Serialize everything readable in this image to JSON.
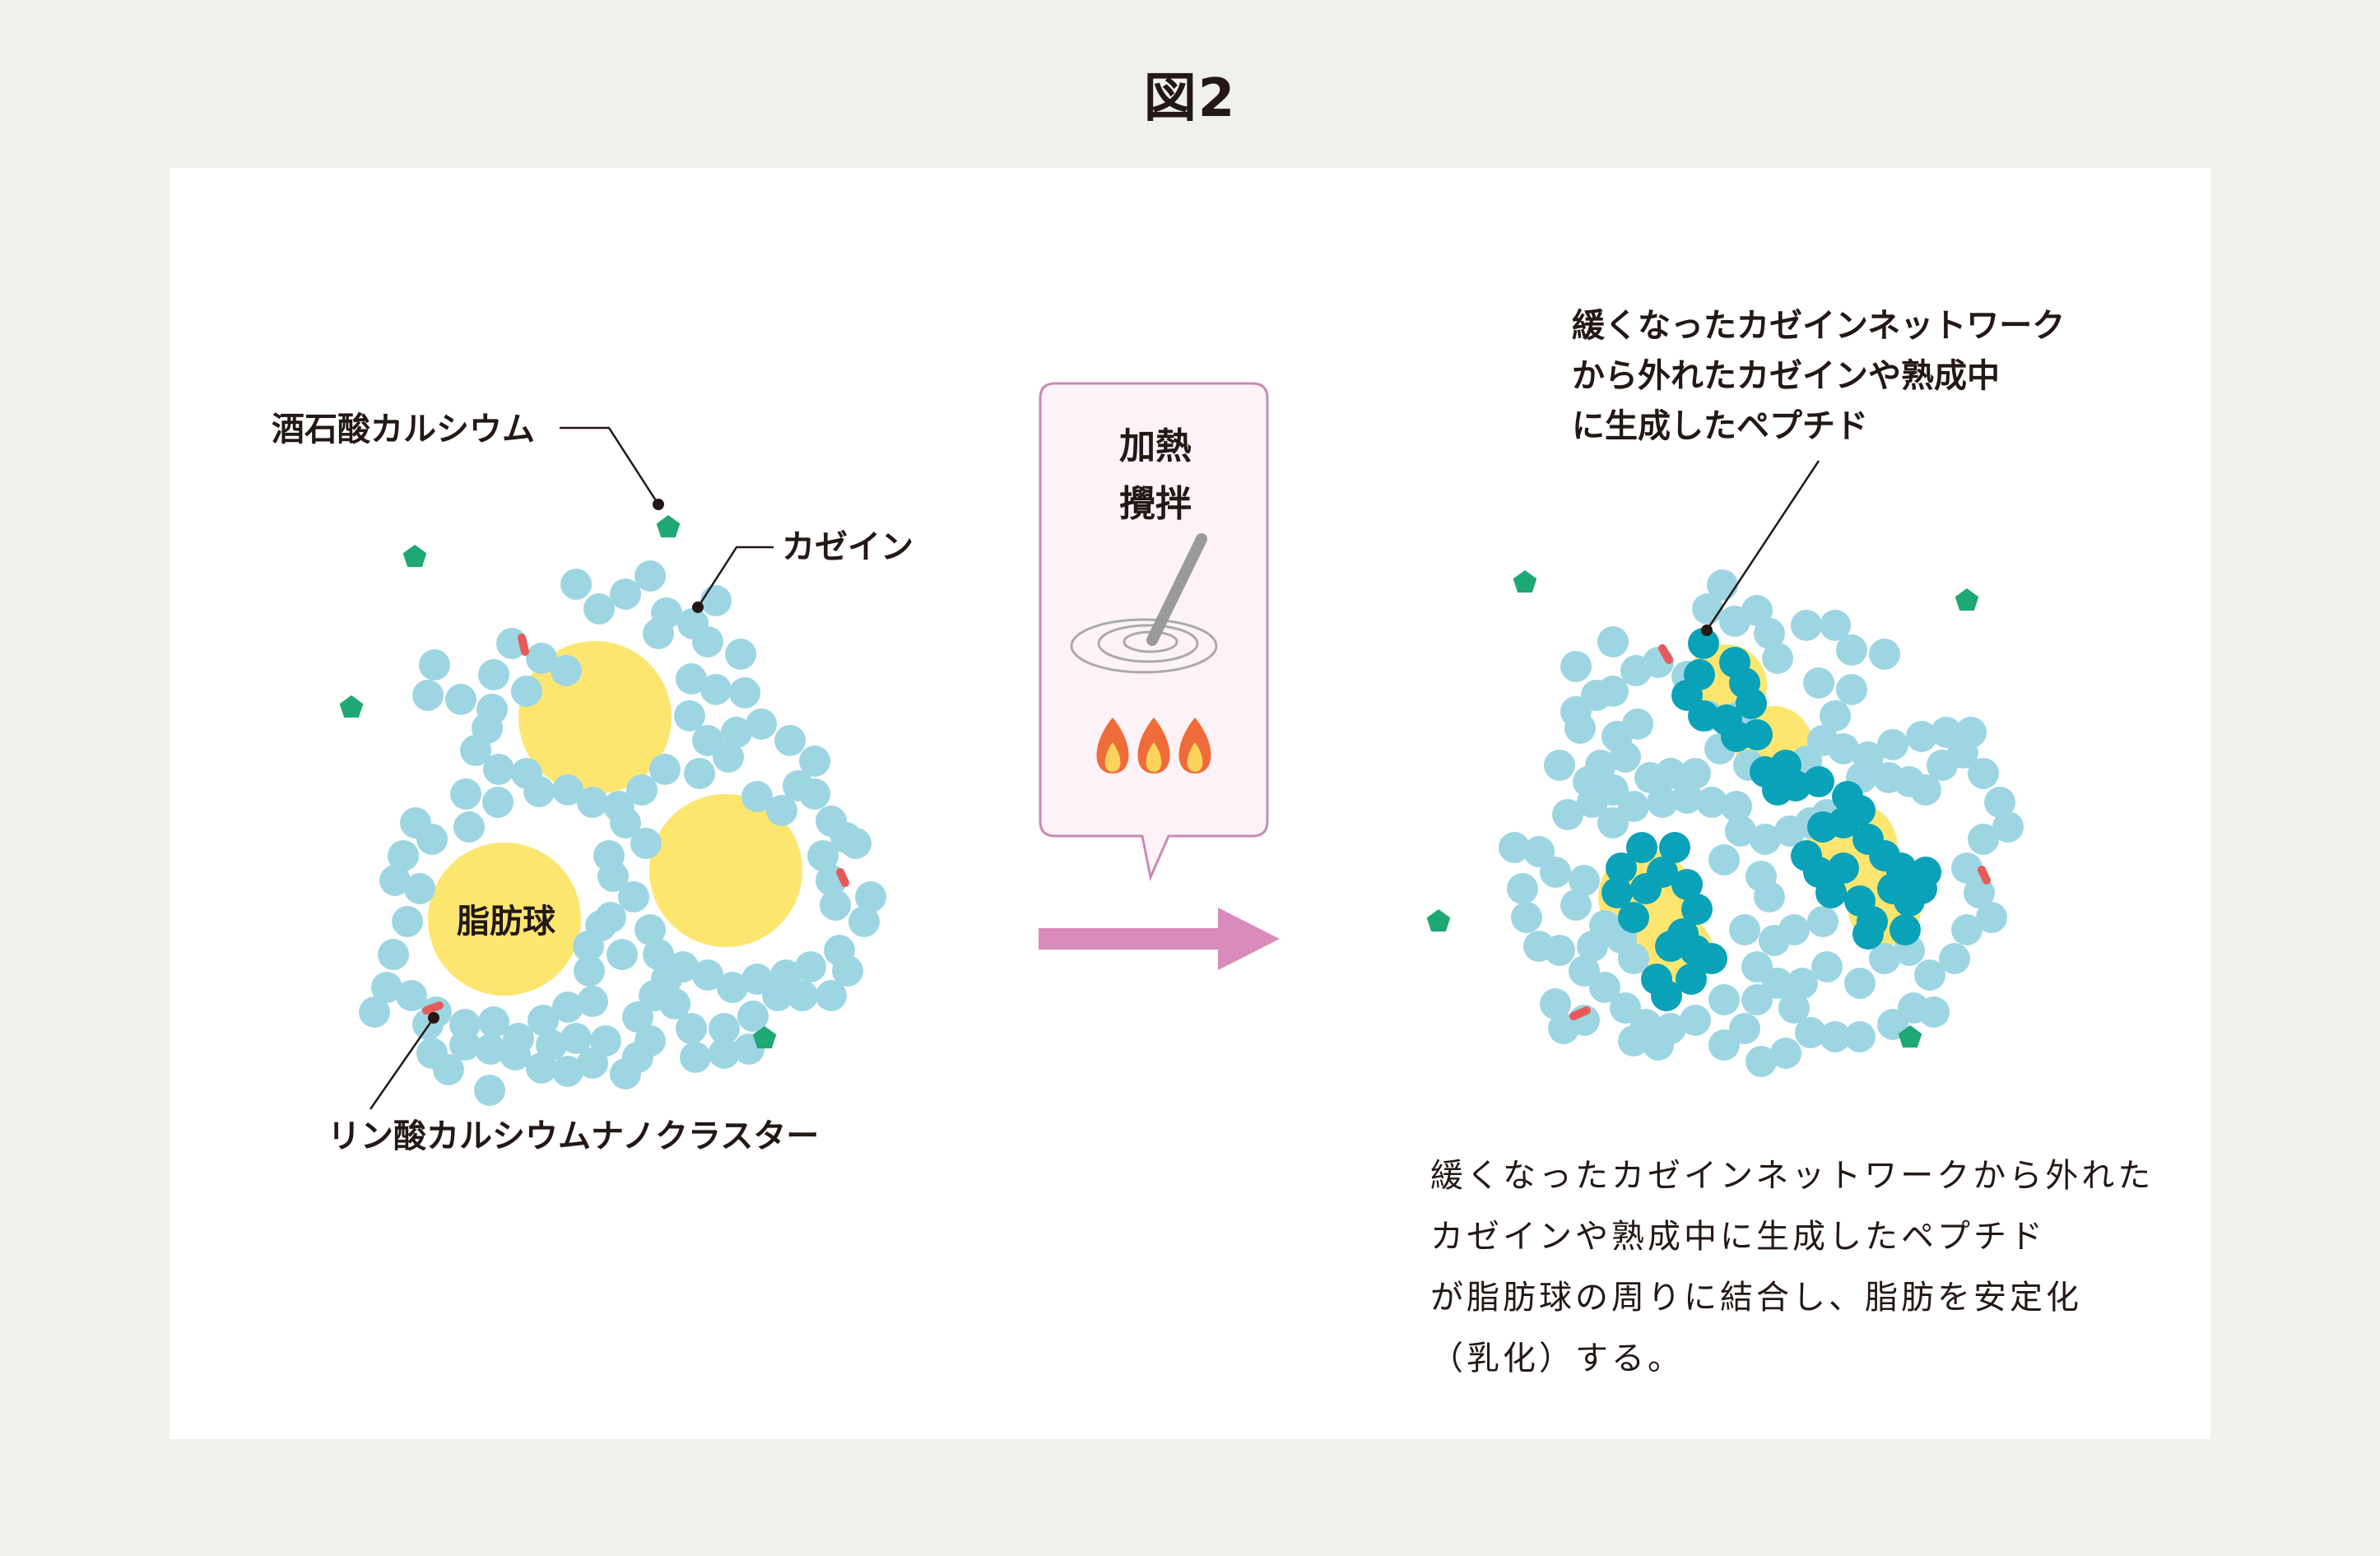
{
  "figure": {
    "title": "図2"
  },
  "left": {
    "label_tartrate": "酒石酸カルシウム",
    "label_casein": "カゼイン",
    "label_fat": "脂肪球",
    "label_phosphate": "リン酸カルシウムナノクラスター"
  },
  "bubble": {
    "line1": "加熱",
    "line2": "攪拌"
  },
  "right": {
    "annotation_lines": [
      "緩くなったカゼインネットワーク",
      "から外れたカゼインや熟成中",
      "に生成したペプチド"
    ],
    "description_lines": [
      "緩くなったカゼインネットワークから外れた",
      "カゼインや熟成中に生成したペプチド",
      "が脂肪球の周りに結合し、脂肪を安定化",
      "（乳化）する。"
    ]
  },
  "colors": {
    "background": "#f0f1ec",
    "panel": "#ffffff",
    "casein": "#9dd6e2",
    "bound_casein": "#0aa2b8",
    "fat": "#fde670",
    "tartrate": "#1ea874",
    "phosphate": "#e85a5a",
    "arrow": "#d98cbb",
    "bubble_border": "#c98bb5",
    "bubble_fill": "#fdf2f8"
  }
}
